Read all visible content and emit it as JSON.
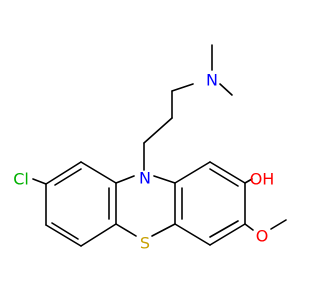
{
  "molecule": {
    "atoms": {
      "n_dimethyl": {
        "label": "N",
        "color": "#0000ff"
      },
      "n_ring": {
        "label": "N",
        "color": "#0000ff"
      },
      "cl": {
        "label": "Cl",
        "color": "#00b000"
      },
      "oh": {
        "label": "OH",
        "color": "#ff0000"
      },
      "o_methoxy": {
        "label": "O",
        "color": "#ff0000"
      },
      "s": {
        "label": "S",
        "color": "#c8a000"
      }
    },
    "bond_color": "#000000",
    "background": "#ffffff"
  }
}
